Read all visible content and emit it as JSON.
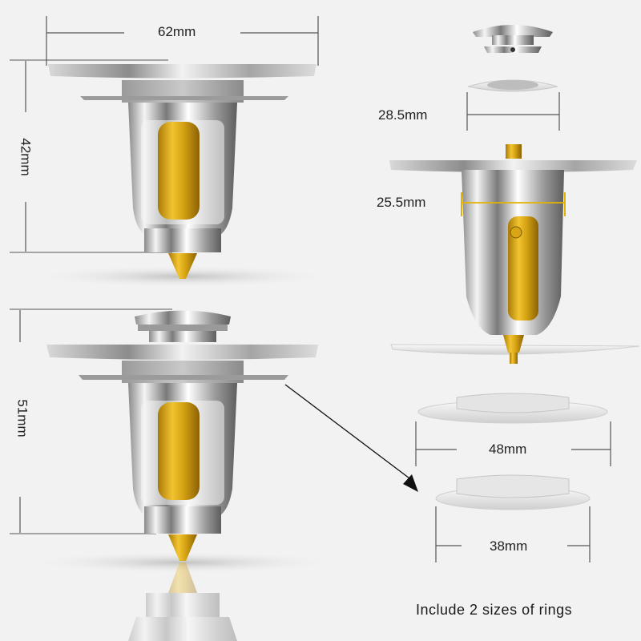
{
  "figure": {
    "description": "Pop-up drain stopper product dimension diagram",
    "colors": {
      "background": "#f2f2f2",
      "dimension_line": "#555555",
      "chrome_light": "#e8e8e8",
      "chrome_dark": "#6f6f6f",
      "brass": "#d8a514",
      "highlight_line": "#e3b300"
    }
  },
  "top_left_view": {
    "width_label": "62mm",
    "height_label": "42mm"
  },
  "bottom_left_view": {
    "height_label": "51mm"
  },
  "exploded_view": {
    "cap_washer_label": "28.5mm",
    "body_diameter_label": "25.5mm"
  },
  "rings": {
    "large_ring_label": "48mm",
    "small_ring_label": "38mm",
    "caption": "Include 2 sizes of rings"
  }
}
